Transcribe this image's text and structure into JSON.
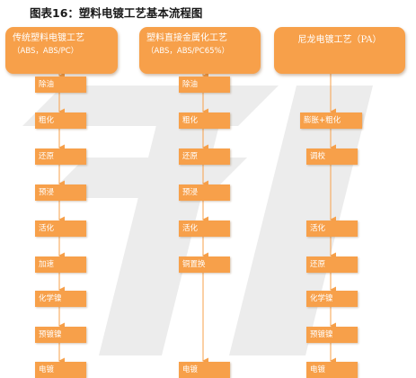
{
  "title": "图表16：塑料电镀工艺基本流程图",
  "colors": {
    "box": "#f7a04a",
    "arrow": "#f7a04a",
    "text": "#ffffff",
    "watermark": "#ececec"
  },
  "columns": [
    {
      "head_line1": "传统塑料电镀工艺",
      "head_line2": "（ABS，ABS/PC）",
      "steps": [
        "除油",
        "粗化",
        "还原",
        "预浸",
        "活化",
        "加速",
        "化学镍",
        "预镀镍",
        "电镀"
      ]
    },
    {
      "head_line1": "塑料直接金属化工艺",
      "head_line2": "（ABS，ABS/PC65%）",
      "steps": [
        "除油",
        "粗化",
        "还原",
        "预浸",
        "活化",
        "铜置换",
        "电镀"
      ]
    },
    {
      "head_line1": "尼龙电镀工艺（PA）",
      "head_line2": "",
      "steps": [
        "膨胀+粗化",
        "调校",
        "活化",
        "还原",
        "化学镍",
        "预镀镍",
        "电镀"
      ]
    }
  ]
}
